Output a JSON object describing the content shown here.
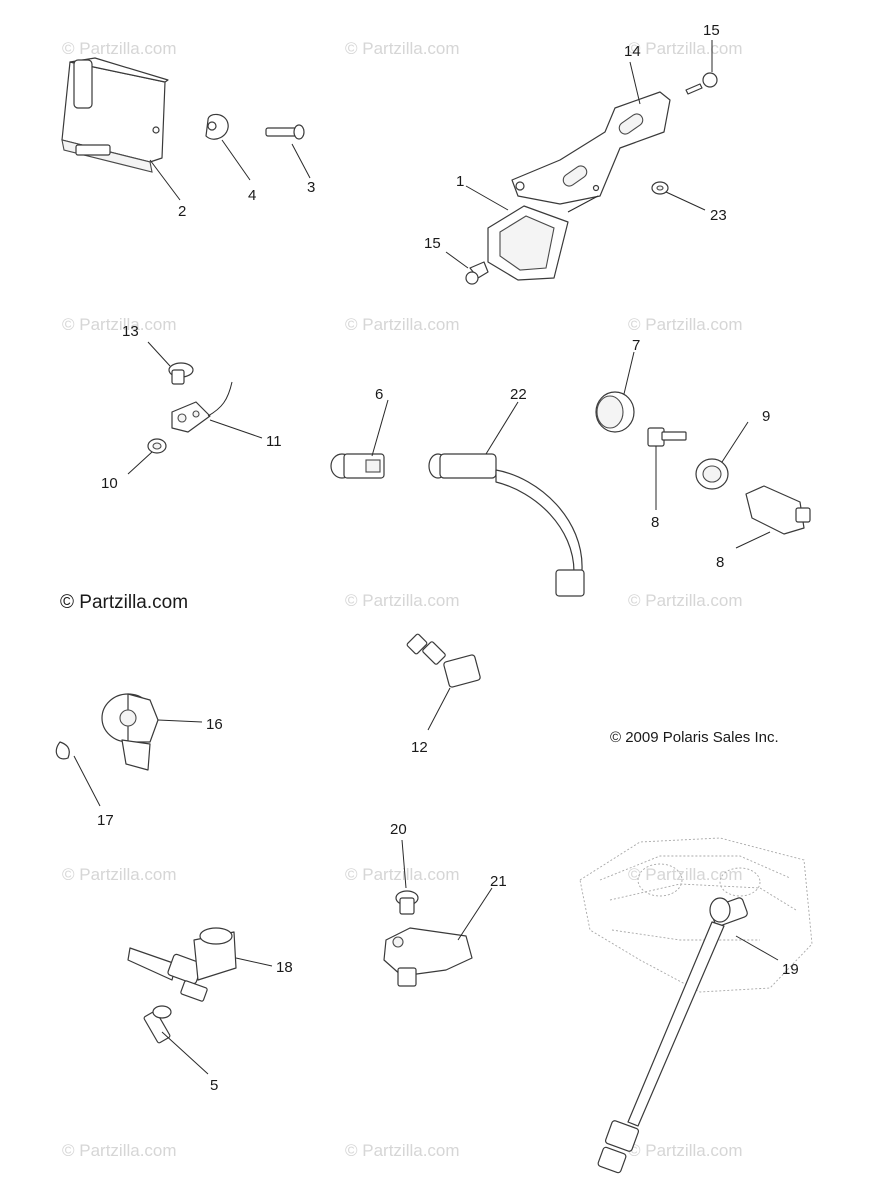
{
  "watermark_text": "© Partzilla.com",
  "main_watermark_text": "© Partzilla.com",
  "copyright_text": "© 2009 Polaris Sales Inc.",
  "callouts": {
    "c1": "1",
    "c2": "2",
    "c3": "3",
    "c4": "4",
    "c5": "5",
    "c6": "6",
    "c7": "7",
    "c8a": "8",
    "c8b": "8",
    "c9": "9",
    "c10": "10",
    "c11": "11",
    "c12": "12",
    "c13": "13",
    "c14": "14",
    "c15a": "15",
    "c15b": "15",
    "c16": "16",
    "c17": "17",
    "c18": "18",
    "c19": "19",
    "c20": "20",
    "c21": "21",
    "c22": "22",
    "c23": "23"
  }
}
